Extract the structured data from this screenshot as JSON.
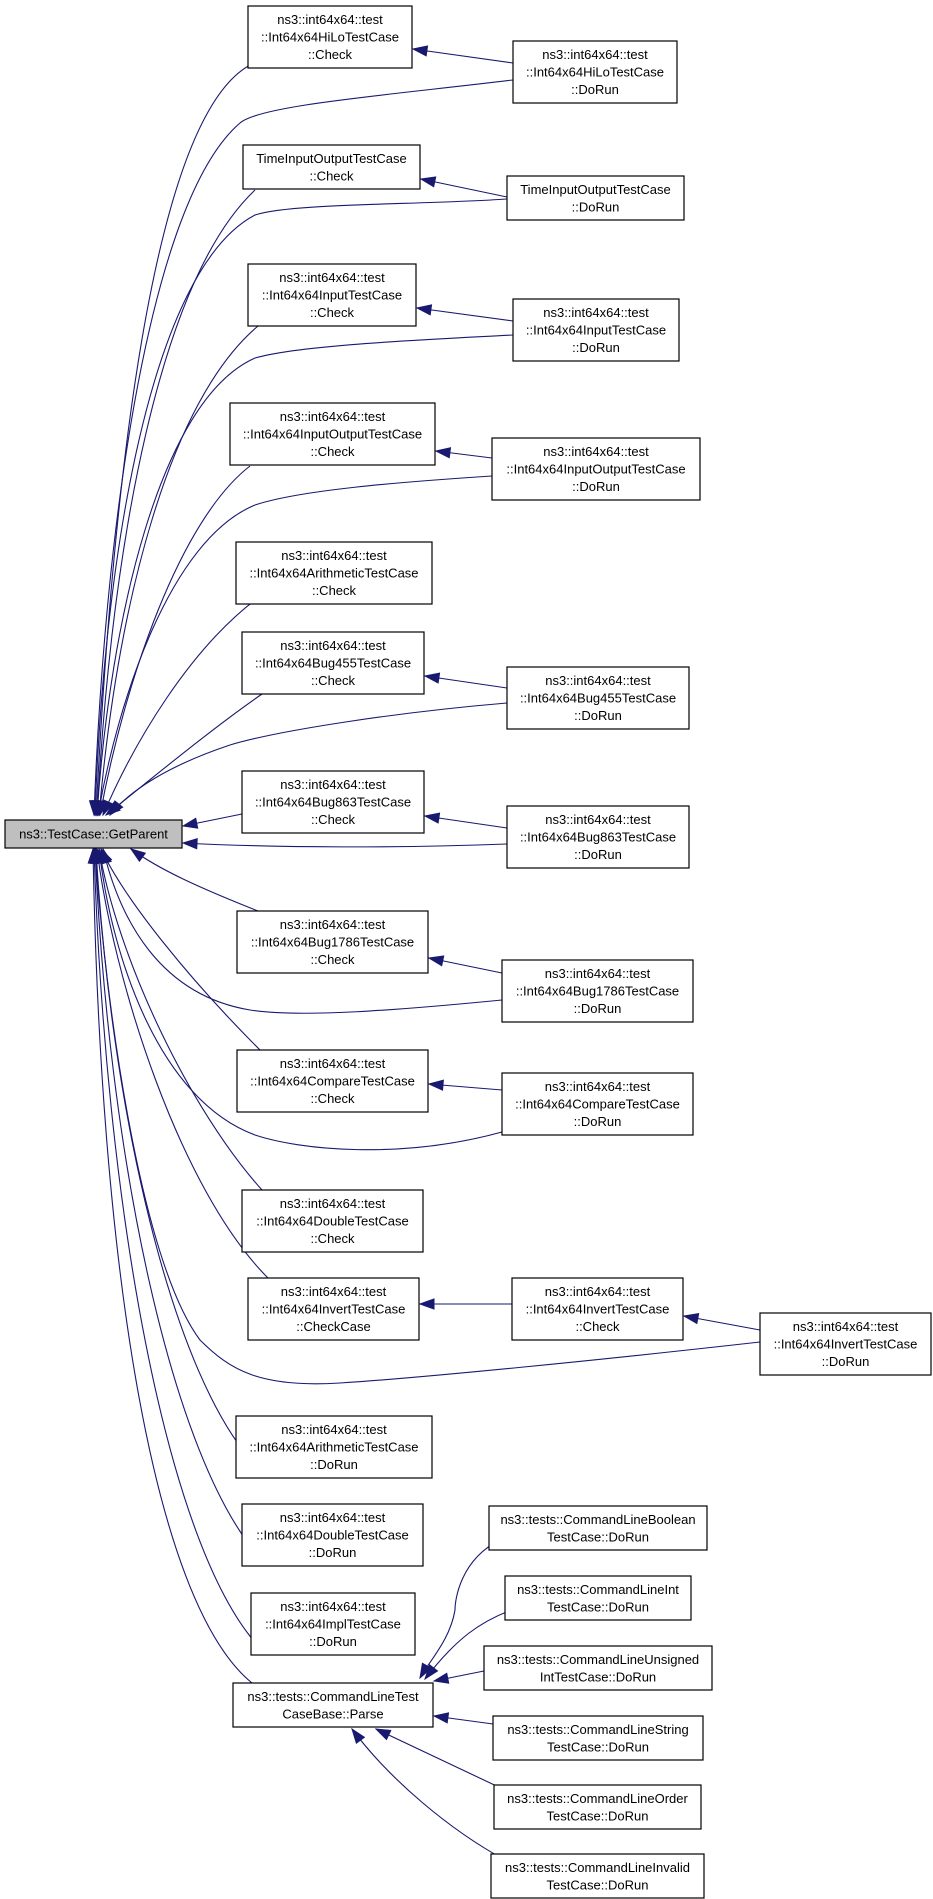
{
  "nodes": [
    {
      "id": "root",
      "lines": [
        "ns3::TestCase::GetParent"
      ],
      "root": true
    },
    {
      "id": "hilo_check",
      "lines": [
        "ns3::int64x64::test",
        "::Int64x64HiLoTestCase",
        "::Check"
      ]
    },
    {
      "id": "hilo_dorun",
      "lines": [
        "ns3::int64x64::test",
        "::Int64x64HiLoTestCase",
        "::DoRun"
      ]
    },
    {
      "id": "tio_check",
      "lines": [
        "TimeInputOutputTestCase",
        "::Check"
      ]
    },
    {
      "id": "tio_dorun",
      "lines": [
        "TimeInputOutputTestCase",
        "::DoRun"
      ]
    },
    {
      "id": "input_check",
      "lines": [
        "ns3::int64x64::test",
        "::Int64x64InputTestCase",
        "::Check"
      ]
    },
    {
      "id": "input_dorun",
      "lines": [
        "ns3::int64x64::test",
        "::Int64x64InputTestCase",
        "::DoRun"
      ]
    },
    {
      "id": "io_check",
      "lines": [
        "ns3::int64x64::test",
        "::Int64x64InputOutputTestCase",
        "::Check"
      ]
    },
    {
      "id": "io_dorun",
      "lines": [
        "ns3::int64x64::test",
        "::Int64x64InputOutputTestCase",
        "::DoRun"
      ]
    },
    {
      "id": "arith_check",
      "lines": [
        "ns3::int64x64::test",
        "::Int64x64ArithmeticTestCase",
        "::Check"
      ]
    },
    {
      "id": "b455_check",
      "lines": [
        "ns3::int64x64::test",
        "::Int64x64Bug455TestCase",
        "::Check"
      ]
    },
    {
      "id": "b455_dorun",
      "lines": [
        "ns3::int64x64::test",
        "::Int64x64Bug455TestCase",
        "::DoRun"
      ]
    },
    {
      "id": "b863_check",
      "lines": [
        "ns3::int64x64::test",
        "::Int64x64Bug863TestCase",
        "::Check"
      ]
    },
    {
      "id": "b863_dorun",
      "lines": [
        "ns3::int64x64::test",
        "::Int64x64Bug863TestCase",
        "::DoRun"
      ]
    },
    {
      "id": "b1786_check",
      "lines": [
        "ns3::int64x64::test",
        "::Int64x64Bug1786TestCase",
        "::Check"
      ]
    },
    {
      "id": "b1786_dorun",
      "lines": [
        "ns3::int64x64::test",
        "::Int64x64Bug1786TestCase",
        "::DoRun"
      ]
    },
    {
      "id": "cmp_check",
      "lines": [
        "ns3::int64x64::test",
        "::Int64x64CompareTestCase",
        "::Check"
      ]
    },
    {
      "id": "cmp_dorun",
      "lines": [
        "ns3::int64x64::test",
        "::Int64x64CompareTestCase",
        "::DoRun"
      ]
    },
    {
      "id": "dbl_check",
      "lines": [
        "ns3::int64x64::test",
        "::Int64x64DoubleTestCase",
        "::Check"
      ]
    },
    {
      "id": "inv_checkcase",
      "lines": [
        "ns3::int64x64::test",
        "::Int64x64InvertTestCase",
        "::CheckCase"
      ]
    },
    {
      "id": "inv_check",
      "lines": [
        "ns3::int64x64::test",
        "::Int64x64InvertTestCase",
        "::Check"
      ]
    },
    {
      "id": "inv_dorun",
      "lines": [
        "ns3::int64x64::test",
        "::Int64x64InvertTestCase",
        "::DoRun"
      ]
    },
    {
      "id": "arith_dorun",
      "lines": [
        "ns3::int64x64::test",
        "::Int64x64ArithmeticTestCase",
        "::DoRun"
      ]
    },
    {
      "id": "dbl_dorun",
      "lines": [
        "ns3::int64x64::test",
        "::Int64x64DoubleTestCase",
        "::DoRun"
      ]
    },
    {
      "id": "impl_dorun",
      "lines": [
        "ns3::int64x64::test",
        "::Int64x64ImplTestCase",
        "::DoRun"
      ]
    },
    {
      "id": "cl_parse",
      "lines": [
        "ns3::tests::CommandLineTest",
        "CaseBase::Parse"
      ]
    },
    {
      "id": "cl_bool",
      "lines": [
        "ns3::tests::CommandLineBoolean",
        "TestCase::DoRun"
      ]
    },
    {
      "id": "cl_int",
      "lines": [
        "ns3::tests::CommandLineInt",
        "TestCase::DoRun"
      ]
    },
    {
      "id": "cl_uns",
      "lines": [
        "ns3::tests::CommandLineUnsigned",
        "IntTestCase::DoRun"
      ]
    },
    {
      "id": "cl_str",
      "lines": [
        "ns3::tests::CommandLineString",
        "TestCase::DoRun"
      ]
    },
    {
      "id": "cl_order",
      "lines": [
        "ns3::tests::CommandLineOrder",
        "TestCase::DoRun"
      ]
    },
    {
      "id": "cl_invalid",
      "lines": [
        "ns3::tests::CommandLineInvalid",
        "TestCase::DoRun"
      ]
    }
  ],
  "edges": [
    {
      "from": "hilo_check",
      "to": "root"
    },
    {
      "from": "hilo_dorun",
      "to": "root"
    },
    {
      "from": "hilo_dorun",
      "to": "hilo_check"
    },
    {
      "from": "tio_check",
      "to": "root"
    },
    {
      "from": "tio_dorun",
      "to": "root"
    },
    {
      "from": "tio_dorun",
      "to": "tio_check"
    },
    {
      "from": "input_check",
      "to": "root"
    },
    {
      "from": "input_dorun",
      "to": "root"
    },
    {
      "from": "input_dorun",
      "to": "input_check"
    },
    {
      "from": "io_check",
      "to": "root"
    },
    {
      "from": "io_dorun",
      "to": "root"
    },
    {
      "from": "io_dorun",
      "to": "io_check"
    },
    {
      "from": "arith_check",
      "to": "root"
    },
    {
      "from": "b455_check",
      "to": "root"
    },
    {
      "from": "b455_dorun",
      "to": "root"
    },
    {
      "from": "b455_dorun",
      "to": "b455_check"
    },
    {
      "from": "b863_check",
      "to": "root"
    },
    {
      "from": "b863_dorun",
      "to": "root"
    },
    {
      "from": "b863_dorun",
      "to": "b863_check"
    },
    {
      "from": "b1786_check",
      "to": "root"
    },
    {
      "from": "b1786_dorun",
      "to": "root"
    },
    {
      "from": "b1786_dorun",
      "to": "b1786_check"
    },
    {
      "from": "cmp_check",
      "to": "root"
    },
    {
      "from": "cmp_dorun",
      "to": "root"
    },
    {
      "from": "cmp_dorun",
      "to": "cmp_check"
    },
    {
      "from": "dbl_check",
      "to": "root"
    },
    {
      "from": "inv_checkcase",
      "to": "root"
    },
    {
      "from": "inv_check",
      "to": "inv_checkcase"
    },
    {
      "from": "inv_dorun",
      "to": "root"
    },
    {
      "from": "inv_dorun",
      "to": "inv_check"
    },
    {
      "from": "arith_dorun",
      "to": "root"
    },
    {
      "from": "dbl_dorun",
      "to": "root"
    },
    {
      "from": "impl_dorun",
      "to": "root"
    },
    {
      "from": "cl_parse",
      "to": "root"
    },
    {
      "from": "cl_bool",
      "to": "cl_parse"
    },
    {
      "from": "cl_int",
      "to": "cl_parse"
    },
    {
      "from": "cl_uns",
      "to": "cl_parse"
    },
    {
      "from": "cl_str",
      "to": "cl_parse"
    },
    {
      "from": "cl_order",
      "to": "cl_parse"
    },
    {
      "from": "cl_invalid",
      "to": "cl_parse"
    }
  ],
  "colors": {
    "edge": "#191970",
    "root_fill": "#bfbfbf",
    "node_fill": "#ffffff"
  }
}
